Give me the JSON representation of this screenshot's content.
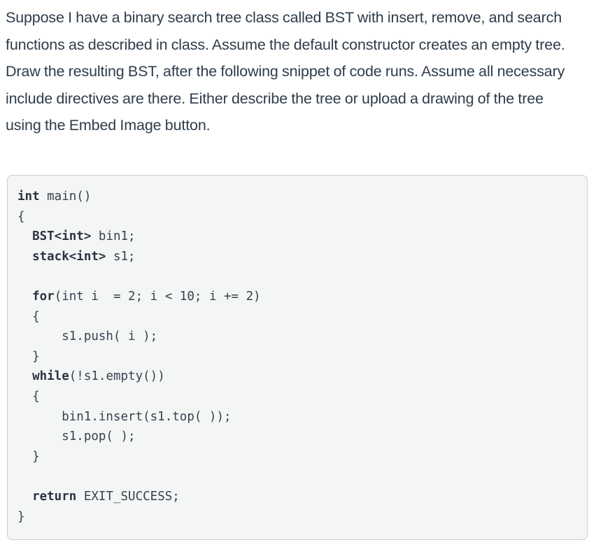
{
  "prompt": {
    "text": "Suppose I have a binary search tree class called BST with insert, remove, and search functions as described in class. Assume the default constructor creates an empty tree. Draw the resulting BST, after the following snippet of code runs. Assume all necessary include directives are there. Either describe the tree or upload a drawing of the tree using the Embed Image button."
  },
  "code": {
    "language": "cpp",
    "lines": [
      {
        "id": "l1",
        "tokens": [
          {
            "t": "int",
            "s": "kw"
          },
          {
            "t": " main()",
            "s": "plain"
          }
        ]
      },
      {
        "id": "l2",
        "tokens": [
          {
            "t": "{",
            "s": "plain"
          }
        ]
      },
      {
        "id": "l3",
        "tokens": [
          {
            "t": "  ",
            "s": "plain"
          },
          {
            "t": "BST<int>",
            "s": "ty"
          },
          {
            "t": " bin1;",
            "s": "plain"
          }
        ]
      },
      {
        "id": "l4",
        "tokens": [
          {
            "t": "  ",
            "s": "plain"
          },
          {
            "t": "stack<int>",
            "s": "ty"
          },
          {
            "t": " s1;",
            "s": "plain"
          }
        ]
      },
      {
        "id": "l5",
        "tokens": [
          {
            "t": "",
            "s": "plain"
          }
        ]
      },
      {
        "id": "l6",
        "tokens": [
          {
            "t": "  ",
            "s": "plain"
          },
          {
            "t": "for",
            "s": "kw"
          },
          {
            "t": "(int i  = 2; i < 10; i += 2)",
            "s": "plain"
          }
        ]
      },
      {
        "id": "l7",
        "tokens": [
          {
            "t": "  {",
            "s": "plain"
          }
        ]
      },
      {
        "id": "l8",
        "tokens": [
          {
            "t": "      s1.push( i );",
            "s": "plain"
          }
        ]
      },
      {
        "id": "l9",
        "tokens": [
          {
            "t": "  }",
            "s": "plain"
          }
        ]
      },
      {
        "id": "l10",
        "tokens": [
          {
            "t": "  ",
            "s": "plain"
          },
          {
            "t": "while",
            "s": "kw"
          },
          {
            "t": "(!s1.empty())",
            "s": "plain"
          }
        ]
      },
      {
        "id": "l11",
        "tokens": [
          {
            "t": "  {",
            "s": "plain"
          }
        ]
      },
      {
        "id": "l12",
        "tokens": [
          {
            "t": "      bin1.insert(s1.top( ));",
            "s": "plain"
          }
        ]
      },
      {
        "id": "l13",
        "tokens": [
          {
            "t": "      s1.pop( );",
            "s": "plain"
          }
        ]
      },
      {
        "id": "l14",
        "tokens": [
          {
            "t": "  }",
            "s": "plain"
          }
        ]
      },
      {
        "id": "l15",
        "tokens": [
          {
            "t": "",
            "s": "plain"
          }
        ]
      },
      {
        "id": "l16",
        "tokens": [
          {
            "t": "  ",
            "s": "plain"
          },
          {
            "t": "return",
            "s": "kw"
          },
          {
            "t": " EXIT_SUCCESS;",
            "s": "plain"
          }
        ]
      },
      {
        "id": "l17",
        "tokens": [
          {
            "t": "}",
            "s": "plain"
          }
        ]
      }
    ]
  },
  "colors": {
    "text": "#2e3c4b",
    "code_text": "#36424e",
    "code_background": "#f4f5f5",
    "code_border": "#c9ced2",
    "page_background": "#ffffff"
  }
}
